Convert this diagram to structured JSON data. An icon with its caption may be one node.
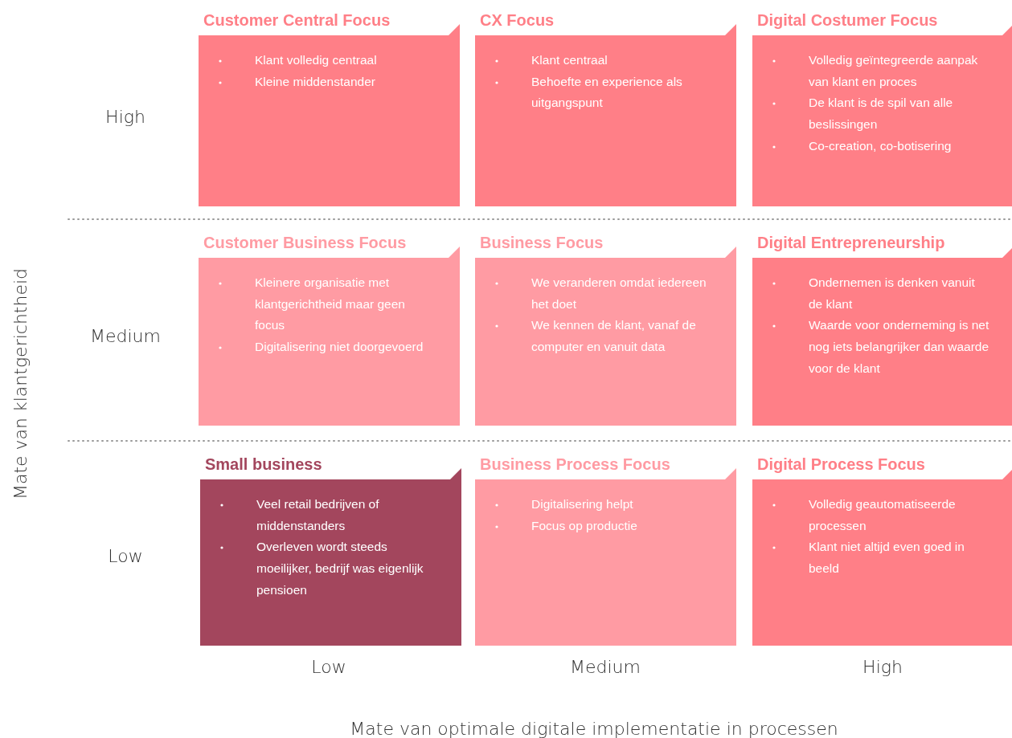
{
  "diagram": {
    "nodes": [
      {
        "text": [
          "Customer Central Focus",
          "Klant volledig centraal",
          "Kleine middenstander"
        ]
      },
      {
        "text": [
          "CX Focus",
          "Klant centraal",
          "Behoefte en experience als uitgangspunt"
        ]
      },
      {
        "text": [
          "Digital Costumer Focus",
          "Volledig geïntegreerde aanpak van klant en proces",
          "De klant is de spil van alle beslissingen",
          "Co-creation, co-botisering"
        ]
      },
      {
        "text": [
          "Customer Business Focus",
          "Kleinere organisatie met klantgerichtheid maar geen focus",
          "Digitalisering niet doorgevoerd"
        ]
      },
      {
        "text": [
          "Business Focus",
          "We veranderen omdat iedereen het doet",
          "We kennen de klant, vanaf de computer en vanuit data"
        ]
      },
      {
        "text": [
          "Digital Entrepreneurship",
          "Ondernemen is denken vanuit de klant",
          "Waarde voor onderneming is net nog iets belangrijker dan waarde voor de klant"
        ]
      },
      {
        "text": [
          "Small business",
          "Veel retail bedrijven of middenstanders",
          "Overleven wordt steeds moeilijker, bedrijf was eigenlijk pensioen"
        ]
      },
      {
        "text": [
          "Business Process Focus",
          "Digitalisering helpt",
          "Focus op productie"
        ]
      },
      {
        "text": [
          "Digital Process Focus",
          "Volledig geautomatiseerde processen",
          "Klant niet altijd even goed in beeld"
        ]
      }
    ],
    "labels": [
      "Mate van klantgerichtheid",
      "High",
      "Medium",
      "Low",
      "Low",
      "Medium",
      "High",
      "Mate van optimale digitale implementatie in processen"
    ]
  }
}
